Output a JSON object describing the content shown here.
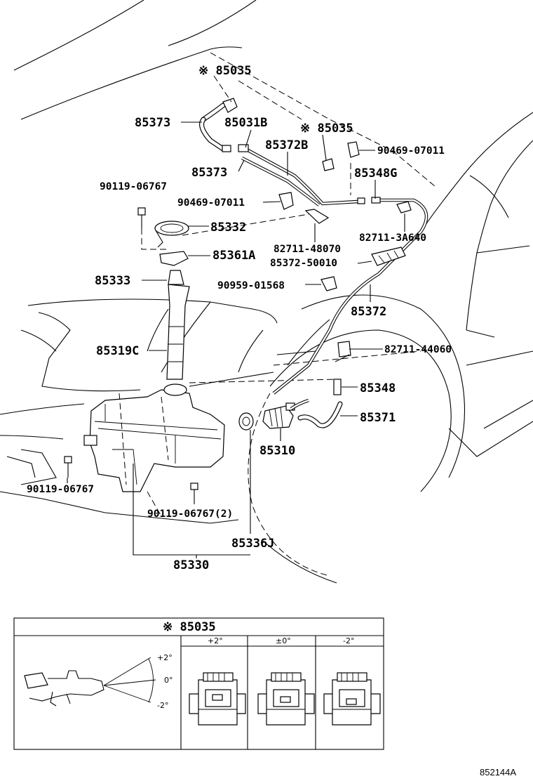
{
  "callouts": {
    "ref_mark_85035_top": "※ 85035",
    "ref_mark_85035_mid": "※ 85035",
    "p85373_upper": "85373",
    "p85031B": "85031B",
    "p85372B": "85372B",
    "p90469_07011_right": "90469-07011",
    "p85373_lower": "85373",
    "p85348G": "85348G",
    "p90119_06767_top": "90119-06767",
    "p90469_07011_left": "90469-07011",
    "p85332": "85332",
    "p82711_3A640": "82711-3A640",
    "p82711_48070": "82711-48070",
    "p85361A": "85361A",
    "p85372_50010": "85372-50010",
    "p85333": "85333",
    "p90959_01568": "90959-01568",
    "p85372": "85372",
    "p85319C": "85319C",
    "p82711_44060": "82711-44060",
    "p85348": "85348",
    "p85371": "85371",
    "p85310": "85310",
    "p90119_06767_left": "90119-06767",
    "p90119_06767_2": "90119-06767(2)",
    "p85336J": "85336J",
    "p85330": "85330"
  },
  "inset": {
    "title": "※ 85035",
    "columns": [
      "+2°",
      "±0°",
      "-2°"
    ],
    "angle_labels": [
      "+2°",
      "0°",
      "-2°"
    ]
  },
  "figure_ref": "852144A"
}
